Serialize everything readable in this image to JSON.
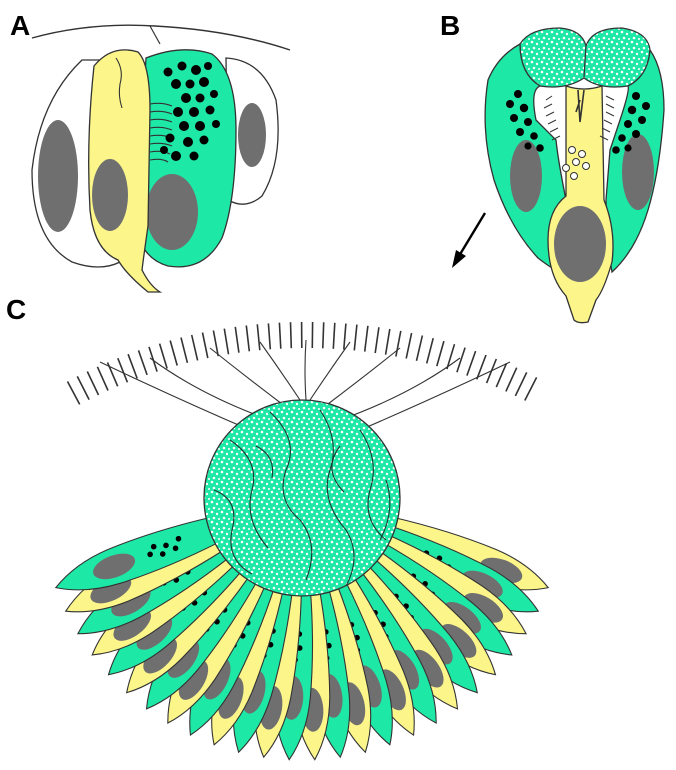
{
  "figure": {
    "panels": [
      {
        "id": "a",
        "label": "A"
      },
      {
        "id": "b",
        "label": "B"
      },
      {
        "id": "c",
        "label": "C"
      }
    ]
  },
  "colors": {
    "green_cell": "#1ee8a6",
    "yellow_cell": "#fbf58a",
    "nucleus": "#6f6f6f",
    "granule": "#000000",
    "outline": "#333333",
    "background": "#ffffff"
  }
}
